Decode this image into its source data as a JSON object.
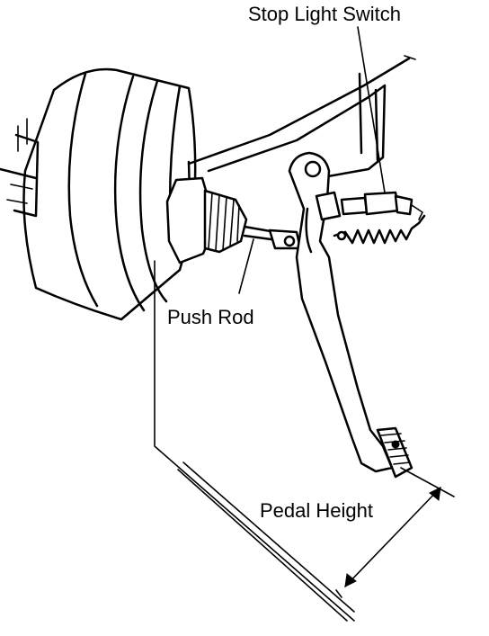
{
  "labels": {
    "stop_light_switch": "Stop Light Switch",
    "push_rod": "Push Rod",
    "pedal_height": "Pedal Height"
  },
  "colors": {
    "line": "#000000",
    "background": "#ffffff"
  }
}
